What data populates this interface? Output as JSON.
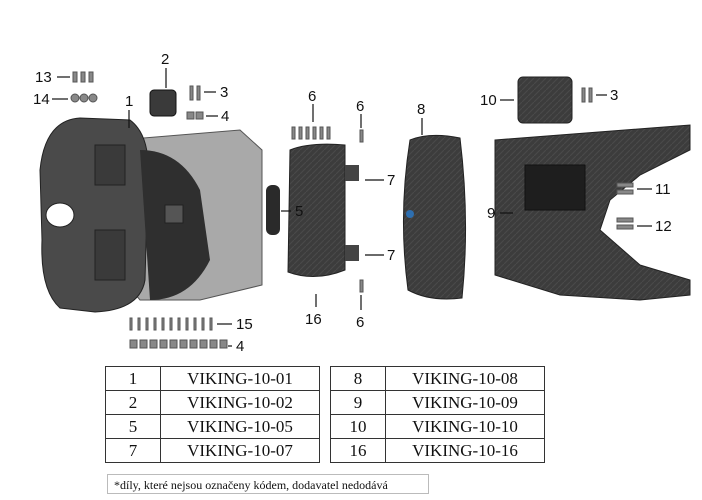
{
  "callouts": {
    "c1": "1",
    "c2": "2",
    "c3a": "3",
    "c3b": "3",
    "c4a": "4",
    "c4b": "4",
    "c5": "5",
    "c6a": "6",
    "c6b": "6",
    "c6c": "6",
    "c7a": "7",
    "c7b": "7",
    "c8": "8",
    "c9": "9",
    "c10": "10",
    "c11": "11",
    "c12": "12",
    "c13": "13",
    "c14": "14",
    "c15": "15",
    "c16": "16"
  },
  "parts_table_left": [
    {
      "num": "1",
      "code": "VIKING-10-01"
    },
    {
      "num": "2",
      "code": "VIKING-10-02"
    },
    {
      "num": "5",
      "code": "VIKING-10-05"
    },
    {
      "num": "7",
      "code": "VIKING-10-07"
    }
  ],
  "parts_table_right": [
    {
      "num": "8",
      "code": "VIKING-10-08"
    },
    {
      "num": "9",
      "code": "VIKING-10-09"
    },
    {
      "num": "10",
      "code": "VIKING-10-10"
    },
    {
      "num": "16",
      "code": "VIKING-10-16"
    }
  ],
  "footnote": "*díly, které nejsou označeny kódem, dodavatel nedodává",
  "colors": {
    "part_dark": "#3a3a3a",
    "part_mid": "#6b6b6b",
    "part_light": "#a9a9a9",
    "accent_blue": "#2e6fb0"
  }
}
